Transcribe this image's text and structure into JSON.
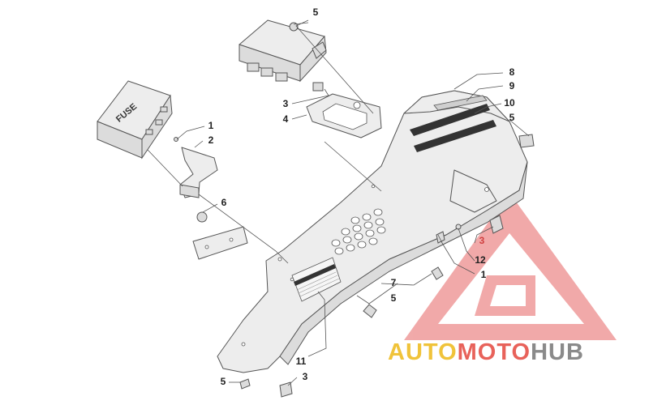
{
  "diagram": {
    "fuse_label": "FUSE",
    "callouts": {
      "c1a": "1",
      "c1b": "1",
      "c2": "2",
      "c3a": "3",
      "c3b": "3",
      "c3c": "3",
      "c4": "4",
      "c5a": "5",
      "c5b": "5",
      "c5c": "5",
      "c5d": "5",
      "c6": "6",
      "c7": "7",
      "c8": "8",
      "c9": "9",
      "c10": "10",
      "c11": "11",
      "c12": "12"
    }
  },
  "watermark": {
    "part1": "AUTO",
    "part2": "MOTO",
    "part3": "HUB",
    "colors": {
      "part1": "#f0c33a",
      "part2": "#e8625a",
      "part3": "#8a8a8a",
      "triangle": "#ef9b9b"
    },
    "icon": "triangle-logo-icon"
  }
}
